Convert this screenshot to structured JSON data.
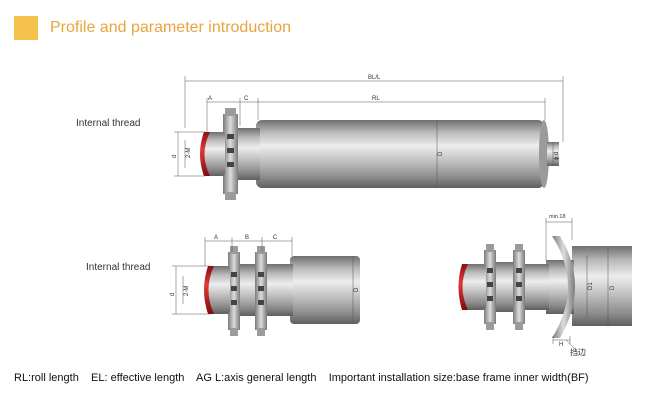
{
  "header": {
    "title": "Profile and parameter introduction",
    "accent_color": "#f5c34b",
    "title_color": "#e9a43c"
  },
  "diagram1": {
    "label": "Internal thread",
    "dim_total": "BL/L",
    "dim_rl": "RL",
    "dim_a": "A",
    "dim_c": "C",
    "dim_d_shaft": "d",
    "dim_m": "2-M",
    "dim_D": "D",
    "dim_phi_d": "ϕ d"
  },
  "diagram2": {
    "label": "Internal thread",
    "dim_a": "A",
    "dim_b": "B",
    "dim_c": "C",
    "dim_d_shaft": "d",
    "dim_m": "2-M",
    "dim_D": "D"
  },
  "diagram3": {
    "dim_min": "min.18",
    "dim_D1": "D1",
    "dim_D": "D",
    "dim_h": "H",
    "dim_flange": "挡边"
  },
  "legend": {
    "text": "RL:roll length    EL: effective length    AG L:axis general length    Important installation size:base frame inner width(BF)"
  }
}
